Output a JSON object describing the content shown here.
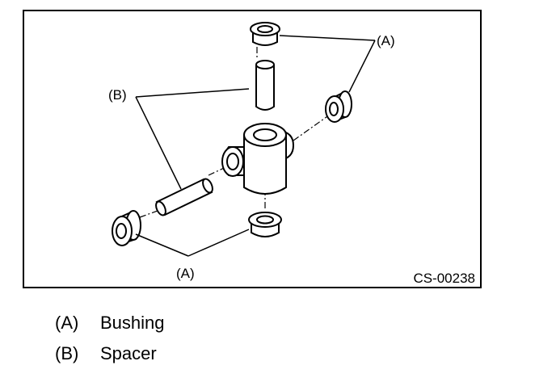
{
  "figure": {
    "code": "CS-00238",
    "callouts": {
      "a_top": "(A)",
      "a_bottom": "(A)",
      "b": "(B)"
    }
  },
  "legend": [
    {
      "key": "(A)",
      "label": "Bushing"
    },
    {
      "key": "(B)",
      "label": "Spacer"
    }
  ]
}
